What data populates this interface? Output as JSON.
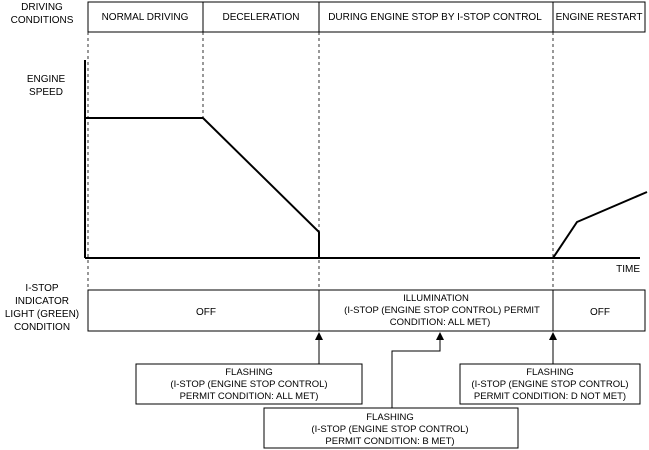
{
  "colors": {
    "line": "#000000",
    "background": "#ffffff"
  },
  "row_labels": {
    "driving_conditions": [
      "DRIVING",
      "CONDITIONS"
    ],
    "engine_speed": [
      "ENGINE",
      "SPEED"
    ],
    "indicator": [
      "I-STOP",
      "INDICATOR",
      "LIGHT (GREEN)",
      "CONDITION"
    ]
  },
  "phases": [
    "NORMAL DRIVING",
    "DECELERATION",
    "DURING ENGINE STOP BY I-STOP CONTROL",
    "ENGINE RESTART"
  ],
  "time_label": "TIME",
  "indicator_states": {
    "off_1": "OFF",
    "illumination": [
      "ILLUMINATION",
      "(I-STOP (ENGINE STOP CONTROL) PERMIT",
      "CONDITION: ALL MET)"
    ],
    "off_2": "OFF"
  },
  "callouts": {
    "all_met": [
      "FLASHING",
      "(I-STOP (ENGINE STOP CONTROL)",
      "PERMIT CONDITION: ALL MET)"
    ],
    "b_met": [
      "FLASHING",
      "(I-STOP (ENGINE STOP CONTROL)",
      "PERMIT CONDITION: B MET)"
    ],
    "d_not_met": [
      "FLASHING",
      "(I-STOP (ENGINE STOP CONTROL)",
      "PERMIT CONDITION: D NOT MET)"
    ]
  }
}
